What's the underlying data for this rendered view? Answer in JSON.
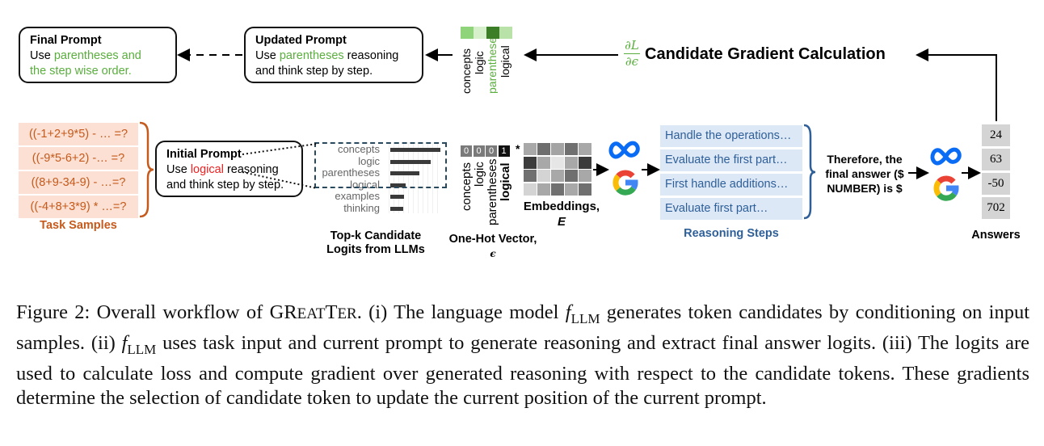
{
  "final_prompt": {
    "title": "Final Prompt",
    "line1_prefix": "Use ",
    "line1_highlight": "parentheses and",
    "line2_highlight": "the step wise order."
  },
  "updated_prompt": {
    "title": "Updated Prompt",
    "line1_prefix": "Use ",
    "line1_highlight": "parentheses",
    "line1_suffix": " reasoning",
    "line2": "and think step by step."
  },
  "gradient_tokens": {
    "labels": [
      "concepts",
      "logic",
      "parentheses",
      "logical"
    ],
    "selected": "parentheses",
    "colors": [
      "#8fd47a",
      "#d6f0cc",
      "#3c7d28",
      "#b9e2a8"
    ]
  },
  "gradient_calc": {
    "symbol_num": "∂L",
    "symbol_den": "∂ϵ",
    "label": "Candidate Gradient Calculation"
  },
  "task_samples": {
    "rows": [
      "((-1+2+9*5) - … =?",
      "((-9*5-6+2) -… =?",
      "((8+9-34-9) - …=?",
      "((-4+8+3*9) * …=?"
    ],
    "label": "Task Samples"
  },
  "initial_prompt": {
    "title": "Initial Prompt",
    "line1_prefix": "Use ",
    "line1_highlight": "logical",
    "line1_suffix": " reasoning",
    "line2": "and think step by step."
  },
  "topk": {
    "candidates": [
      {
        "label": "concepts",
        "value": 1.0
      },
      {
        "label": "logic",
        "value": 0.8
      },
      {
        "label": "parentheses",
        "value": 0.58
      },
      {
        "label": "logical",
        "value": 0.3
      },
      {
        "label": "examples",
        "value": 0.27
      },
      {
        "label": "thinking",
        "value": 0.25
      }
    ],
    "label_line1": "Top-k Candidate",
    "label_line2": "Logits from LLMs"
  },
  "onehot": {
    "values": [
      "0",
      "0",
      "0",
      "1"
    ],
    "labels": [
      "concepts",
      "logic",
      "parentheses",
      "logical"
    ],
    "times": "*",
    "label_line1": "One-Hot Vector,",
    "label_line2": "ϵ"
  },
  "embeddings": {
    "grid": [
      [
        "#a8a8a8",
        "#6e6e6e",
        "#a4a4a4",
        "#707070",
        "#a8a8a8"
      ],
      [
        "#3c3c3c",
        "#a8a8a8",
        "#e6e6e6",
        "#a8a8a8",
        "#3c3c3c"
      ],
      [
        "#707070",
        "#d4d4d4",
        "#a8a8a8",
        "#707070",
        "#a8a8a8"
      ],
      [
        "#d4d4d4",
        "#a8a8a8",
        "#707070",
        "#a8a8a8",
        "#707070"
      ]
    ],
    "label_line1": "Embeddings,",
    "label_line2": "E"
  },
  "reasoning": {
    "steps": [
      "Handle the operations…",
      "Evaluate the first part…",
      "First handle additions…",
      "Evaluate first part…"
    ],
    "label": "Reasoning Steps"
  },
  "extraction": {
    "line1": "Therefore, the",
    "line2": "final answer ($",
    "line3": "NUMBER) is $"
  },
  "answers": {
    "values": [
      "24",
      "63",
      "-50",
      "702"
    ],
    "label": "Answers"
  },
  "icons": {
    "meta": "meta-infinity-logo",
    "google": "google-g-logo"
  },
  "caption": {
    "prefix": "Figure 2: Overall workflow of ",
    "name_G": "G",
    "name_R": "R",
    "name_eat": "EAT",
    "name_T": "T",
    "name_er": "ER",
    "p1": ". (i) The language model ",
    "f": "f",
    "sub": "LLM",
    "p2": " generates token candidates by conditioning on input samples. (ii) ",
    "p3": " uses task input and current prompt to generate reasoning and extract final answer logits. (iii) The logits are used to calculate loss and compute gradient over generated reasoning with respect to the candidate tokens. These gradients determine the selection of candidate token to update the current position of the current prompt."
  }
}
